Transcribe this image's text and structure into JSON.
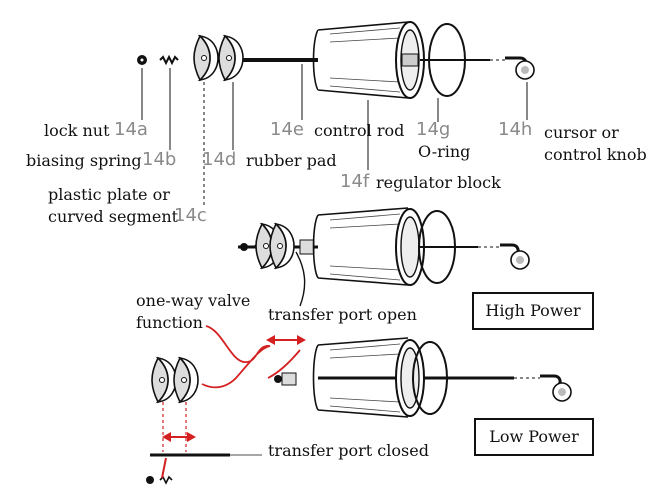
{
  "codes": {
    "a": "14a",
    "b": "14b",
    "c": "14c",
    "d": "14d",
    "e": "14e",
    "f": "14f",
    "g": "14g",
    "h": "14h"
  },
  "labels": {
    "lock_nut": "lock nut",
    "biasing_spring": "biasing spring",
    "plastic_plate_1": "plastic plate or",
    "plastic_plate_2": "curved segment",
    "rubber_pad": "rubber pad",
    "control_rod": "control rod",
    "o_ring": "O-ring",
    "regulator_block": "regulator block",
    "cursor_1": "cursor or",
    "cursor_2": "control knob",
    "one_way_1": "one-way valve",
    "one_way_2": "function",
    "port_open": "transfer port open",
    "port_closed": "transfer port closed"
  },
  "modes": {
    "high": "High Power",
    "low": "Low Power"
  },
  "colors": {
    "ink": "#111111",
    "code_gray": "#8a8a8a",
    "arrow_red": "#d42020"
  }
}
